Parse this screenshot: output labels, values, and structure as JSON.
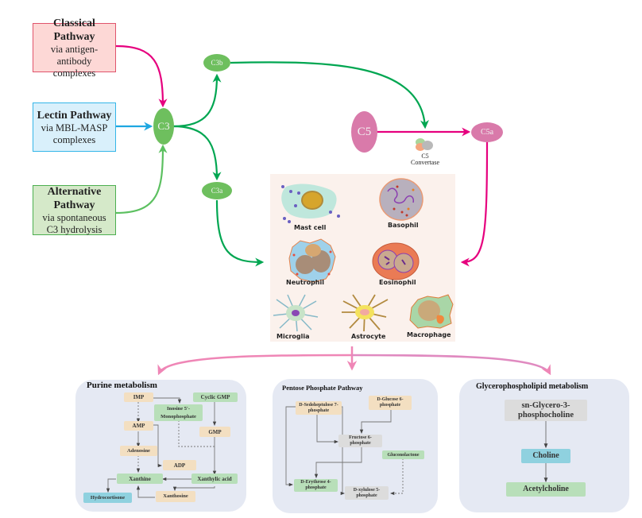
{
  "pathways": [
    {
      "title": "Classical Pathway",
      "line1": "via antigen-antibody",
      "line2": "complexes",
      "fill": "#fdd8d6",
      "border": "#e0546c"
    },
    {
      "title": "Lectin Pathway",
      "line1": "via MBL-MASP",
      "line2": "complexes",
      "fill": "#d9f0fb",
      "border": "#35b6e8"
    },
    {
      "title": "Alternative Pathway",
      "line1": "via spontaneous",
      "line2": "C3 hydrolysis",
      "fill": "#d5e9c9",
      "border": "#4caf50"
    }
  ],
  "nodes": {
    "c3": "C3",
    "c3b": "C3b",
    "c3a": "C3a",
    "c5": "C5",
    "c5a": "C5a",
    "convertase_line1": "C5",
    "convertase_line2": "Convertase"
  },
  "colors": {
    "classical_arrow": "#e6007e",
    "lectin_arrow": "#1ea7e1",
    "alternative_arrow": "#5cc060",
    "c3_green": "#00a651",
    "c5_pink": "#e6007e",
    "bottom_arrow": "#ef86b6"
  },
  "cells": [
    "Mast cell",
    "Basophil",
    "Neutrophil",
    "Eosinophil",
    "Microglia",
    "Astrocyte",
    "Macrophage"
  ],
  "panels": {
    "purine": {
      "title": "Purine metabolism",
      "nodes": {
        "imp": "IMP",
        "inosine": "Inosine 5'-Monophosphate",
        "cyclic_gmp": "Cyclic GMP",
        "amp": "AMP",
        "gmp": "GMP",
        "adenosine": "Adenosine",
        "adp": "ADP",
        "xanthine": "Xanthine",
        "xanthylic_acid": "Xanthylic acid",
        "hydrocortisone": "Hydrocortisone",
        "xanthosine": "Xanthosine"
      }
    },
    "pentose": {
      "title": "Pentose Phosphate Pathway",
      "nodes": {
        "sedoheptulose": "D-Sedoheptulose 7-phosphate",
        "glucose6p": "D-Glucose 6-phosphate",
        "fructose6p": "Fructose 6-phosphate",
        "gluconolactone": "Gluconolactone",
        "erythrose4p": "D-Erythrose 4-phosphate",
        "xylulose5p": "D-xylulose 5-phosphate"
      }
    },
    "glycero": {
      "title": "Glycerophospholipid metabolism",
      "nodes": {
        "gpc": "sn-Glycero-3-phosphocholine",
        "choline": "Choline",
        "acetylcholine": "Acetylcholine"
      }
    }
  }
}
